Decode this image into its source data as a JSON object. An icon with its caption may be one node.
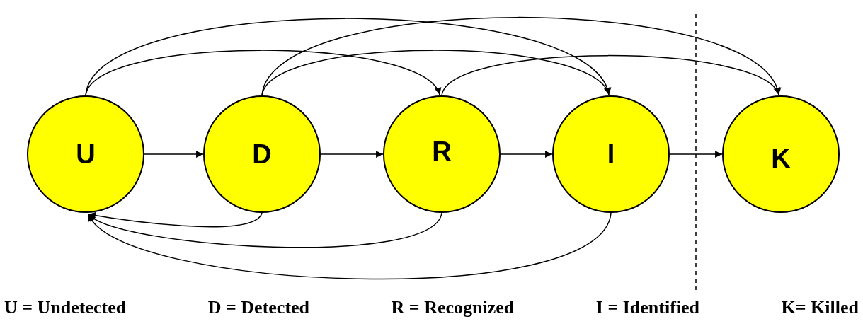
{
  "diagram": {
    "nodes": [
      {
        "text": [
          "U"
        ]
      },
      {
        "text": [
          "D"
        ]
      },
      {
        "text": [
          "R"
        ]
      },
      {
        "text": [
          "I"
        ]
      },
      {
        "text": [
          "K"
        ]
      }
    ],
    "edges": [
      {
        "from": 0,
        "to": 1,
        "arrow": "to"
      },
      {
        "from": 1,
        "to": 2,
        "arrow": "to"
      },
      {
        "from": 2,
        "to": 3,
        "arrow": "to"
      },
      {
        "from": 3,
        "to": 4,
        "arrow": "to"
      },
      {
        "from": 0,
        "to": 2,
        "arrow": "to"
      },
      {
        "from": 0,
        "to": 3,
        "arrow": "to"
      },
      {
        "from": 1,
        "to": 3,
        "arrow": "to"
      },
      {
        "from": 1,
        "to": 4,
        "arrow": "to"
      },
      {
        "from": 2,
        "to": 4,
        "arrow": "to"
      },
      {
        "from": 1,
        "to": 0,
        "arrow": "to"
      },
      {
        "from": 2,
        "to": 0,
        "arrow": "to"
      },
      {
        "from": 3,
        "to": 0,
        "arrow": "to"
      }
    ],
    "labels": [
      "U = Undetected",
      "D = Detected",
      "R = Recognized",
      "I = Identified",
      "K= Killed"
    ]
  }
}
